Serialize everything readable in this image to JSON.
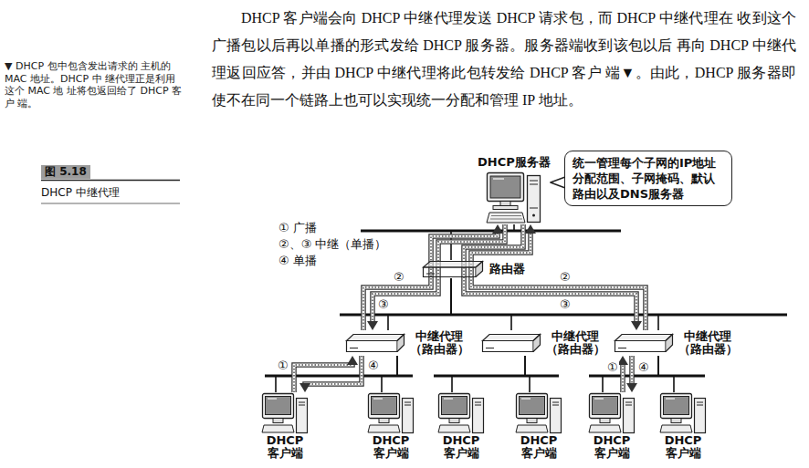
{
  "diagram": {
    "caption": "DHCP 中继代理",
    "nodes": [
      {
        "text": [
          "DHCP服务器"
        ]
      },
      {
        "text": [
          "统一管理每个子网的IP地址 分配范围、子网掩码、默认 路由以及DNS服务器"
        ]
      },
      {
        "text": [
          "路由器"
        ]
      },
      {
        "text": [
          "中继代理 （路由器）"
        ]
      },
      {
        "text": [
          "中继代理 （路由器）"
        ]
      },
      {
        "text": [
          "中继代理 （路由器）"
        ]
      },
      {
        "text": [
          "DHCP 客户端"
        ]
      },
      {
        "text": [
          "DHCP 客户端"
        ]
      },
      {
        "text": [
          "DHCP 客户端"
        ]
      },
      {
        "text": [
          "DHCP 客户端"
        ]
      },
      {
        "text": [
          "DHCP 客户端"
        ]
      },
      {
        "text": [
          "DHCP 客户端"
        ]
      }
    ],
    "edges": [
      {
        "from": 0,
        "to": 2,
        "arrow": "none"
      },
      {
        "from": 2,
        "to": 3,
        "arrow": "none"
      },
      {
        "from": 2,
        "to": 4,
        "arrow": "none"
      },
      {
        "from": 2,
        "to": 5,
        "arrow": "none"
      },
      {
        "from": 3,
        "to": 6,
        "arrow": "none"
      },
      {
        "from": 3,
        "to": 7,
        "arrow": "none"
      },
      {
        "from": 4,
        "to": 8,
        "arrow": "none"
      },
      {
        "from": 4,
        "to": 9,
        "arrow": "none"
      },
      {
        "from": 5,
        "to": 10,
        "arrow": "none"
      },
      {
        "from": 5,
        "to": 11,
        "arrow": "none"
      },
      {
        "from": 1,
        "to": 0,
        "arrow": "none"
      },
      {
        "from": 6,
        "to": 3,
        "arrow": "to",
        "label": "①"
      },
      {
        "from": 3,
        "to": 0,
        "arrow": "to",
        "label": "②"
      },
      {
        "from": 0,
        "to": 3,
        "arrow": "to",
        "label": "③"
      },
      {
        "from": 3,
        "to": 6,
        "arrow": "to",
        "label": "④"
      },
      {
        "from": 10,
        "to": 5,
        "arrow": "to",
        "label": "①"
      },
      {
        "from": 5,
        "to": 0,
        "arrow": "to",
        "label": "②"
      },
      {
        "from": 0,
        "to": 5,
        "arrow": "to",
        "label": "③"
      },
      {
        "from": 5,
        "to": 10,
        "arrow": "to",
        "label": "④"
      }
    ],
    "labels": [
      "DHCP 客户端会向 DHCP 中继代理发送 DHCP 请求包，而 DHCP 中继代理在 收到这个广播包以后再以单播的形式发给 DHCP 服务器。服务器端收到该包以后 再向 DHCP 中继代理返回应答，并由 DHCP 中继代理将此包转发给 DHCP 客户 端▼。由此，DHCP 服务器即使不在同一个链路上也可以实现统一分配和管理 IP 地址。",
      "▼ DHCP 包中包含发出请求的 主机的 MAC 地址。DHCP 中 继代理正是利用这个 MAC 地 址将包返回给了 DHCP 客户 端。",
      "图 5.18",
      "① 广播",
      "②、③ 中继（单播）",
      "④ 单播"
    ]
  }
}
